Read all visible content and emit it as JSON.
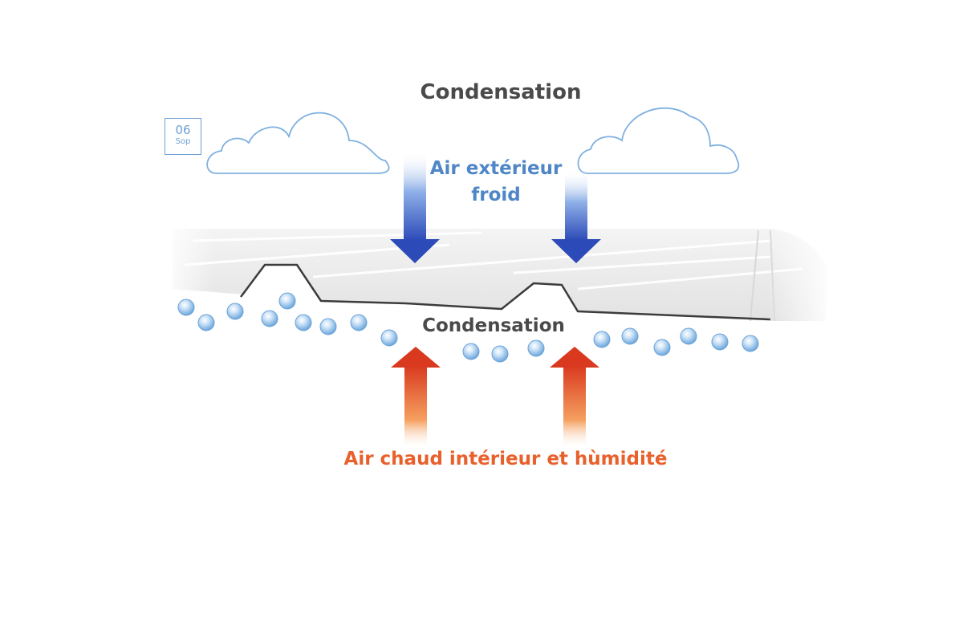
{
  "diagram": {
    "title_top": "Condensation",
    "cold_air_label": "Air extérieur froid",
    "condensation_label": "Condensation",
    "warm_air_label": "Air chaud intérieur et hùmidité"
  },
  "date_badge": {
    "day": "06",
    "month": "Sop"
  },
  "colors": {
    "cold_arrow": "#2c4ab8",
    "warm_arrow": "#d93a1f",
    "cloud_outline": "#7fb0e0",
    "droplet": "#7fb6e8"
  }
}
